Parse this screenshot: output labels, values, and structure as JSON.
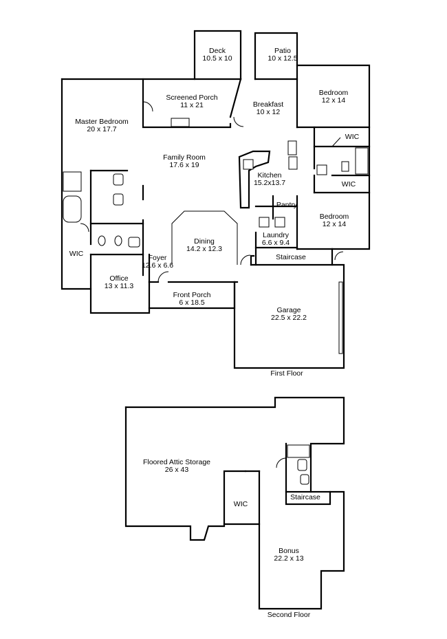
{
  "first_floor": {
    "caption": "First Floor",
    "rooms": [
      {
        "id": "deck",
        "name": "Deck",
        "size": "10.5 x 10"
      },
      {
        "id": "patio",
        "name": "Patio",
        "size": "10 x 12.5"
      },
      {
        "id": "screened-porch",
        "name": "Screened Porch",
        "size": "11 x 21"
      },
      {
        "id": "breakfast",
        "name": "Breakfast",
        "size": "10 x 12"
      },
      {
        "id": "bedroom-upper",
        "name": "Bedroom",
        "size": "12 x 14"
      },
      {
        "id": "master-bedroom",
        "name": "Master Bedroom",
        "size": "20 x 17.7"
      },
      {
        "id": "family-room",
        "name": "Family Room",
        "size": "17.6 x 19"
      },
      {
        "id": "kitchen",
        "name": "Kitchen",
        "size": "15.2x13.7"
      },
      {
        "id": "pantry",
        "name": "Pantry",
        "size": ""
      },
      {
        "id": "laundry",
        "name": "Laundry",
        "size": "6.6 x 9.4"
      },
      {
        "id": "bedroom-lower",
        "name": "Bedroom",
        "size": "12 x 14"
      },
      {
        "id": "dining",
        "name": "Dining",
        "size": "14.2 x 12.3"
      },
      {
        "id": "foyer",
        "name": "Foyer",
        "size": "12.6 x 6.6"
      },
      {
        "id": "office",
        "name": "Office",
        "size": "13 x 11.3"
      },
      {
        "id": "front-porch",
        "name": "Front Porch",
        "size": "6 x 18.5"
      },
      {
        "id": "garage",
        "name": "Garage",
        "size": "22.5 x 22.2"
      },
      {
        "id": "staircase-1",
        "name": "Staircase",
        "size": ""
      },
      {
        "id": "wic-master",
        "name": "WIC",
        "size": ""
      },
      {
        "id": "wic-1",
        "name": "WIC",
        "size": ""
      },
      {
        "id": "wic-2",
        "name": "WIC",
        "size": ""
      }
    ]
  },
  "second_floor": {
    "caption": "Second Floor",
    "rooms": [
      {
        "id": "attic",
        "name": "Floored Attic Storage",
        "size": "26 x 43"
      },
      {
        "id": "wic-upstairs",
        "name": "WIC",
        "size": ""
      },
      {
        "id": "staircase-2",
        "name": "Staircase",
        "size": ""
      },
      {
        "id": "bonus",
        "name": "Bonus",
        "size": "22.2 x 13"
      }
    ]
  }
}
